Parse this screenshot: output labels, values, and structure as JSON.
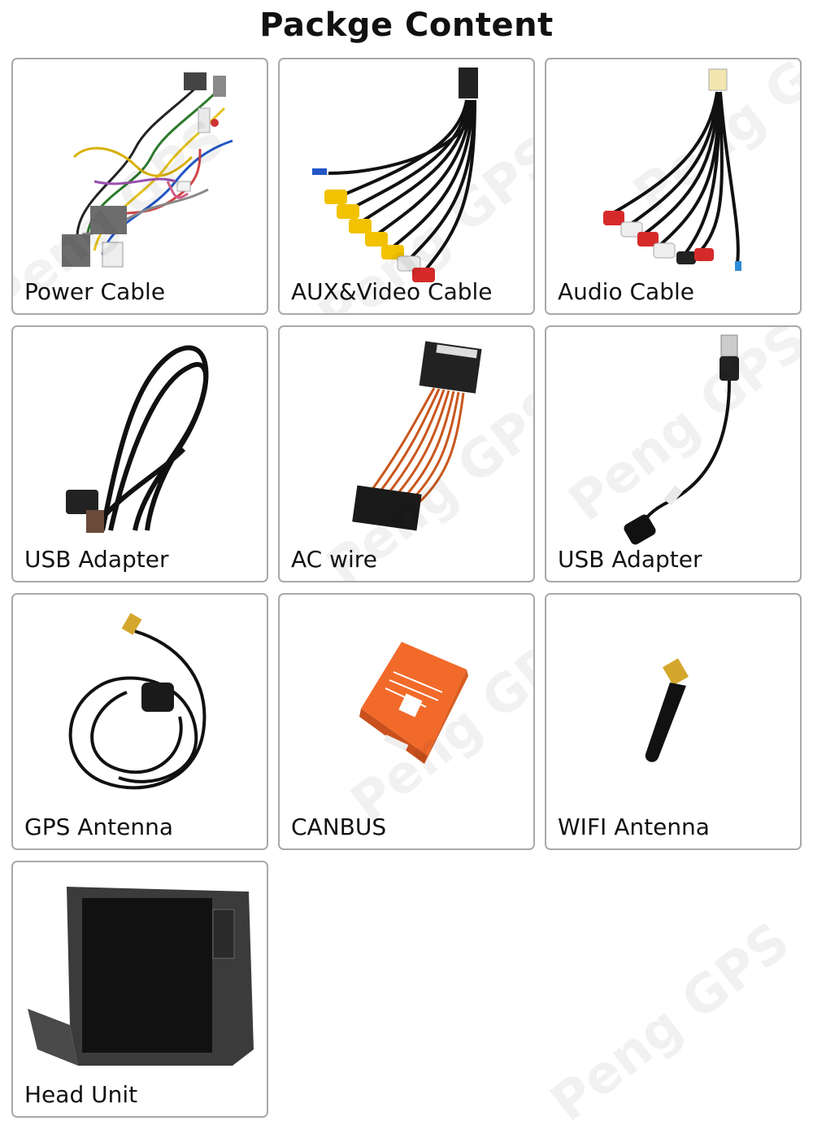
{
  "page": {
    "title": "Packge Content"
  },
  "watermark": {
    "text": "Peng GPS"
  },
  "items": [
    {
      "label": "Power Cable"
    },
    {
      "label": "AUX&Video Cable"
    },
    {
      "label": "Audio Cable"
    },
    {
      "label": "USB Adapter"
    },
    {
      "label": "AC wire"
    },
    {
      "label": "USB Adapter"
    },
    {
      "label": "GPS Antenna"
    },
    {
      "label": "CANBUS"
    },
    {
      "label": "WIFI Antenna"
    },
    {
      "label": "Head Unit"
    }
  ],
  "colors": {
    "card_border": "#a9a9a9",
    "canbus_box": "#f26a2a",
    "ac_wire": "#c9571d",
    "rca_yellow": "#f2c200",
    "rca_red": "#d62a2a"
  }
}
